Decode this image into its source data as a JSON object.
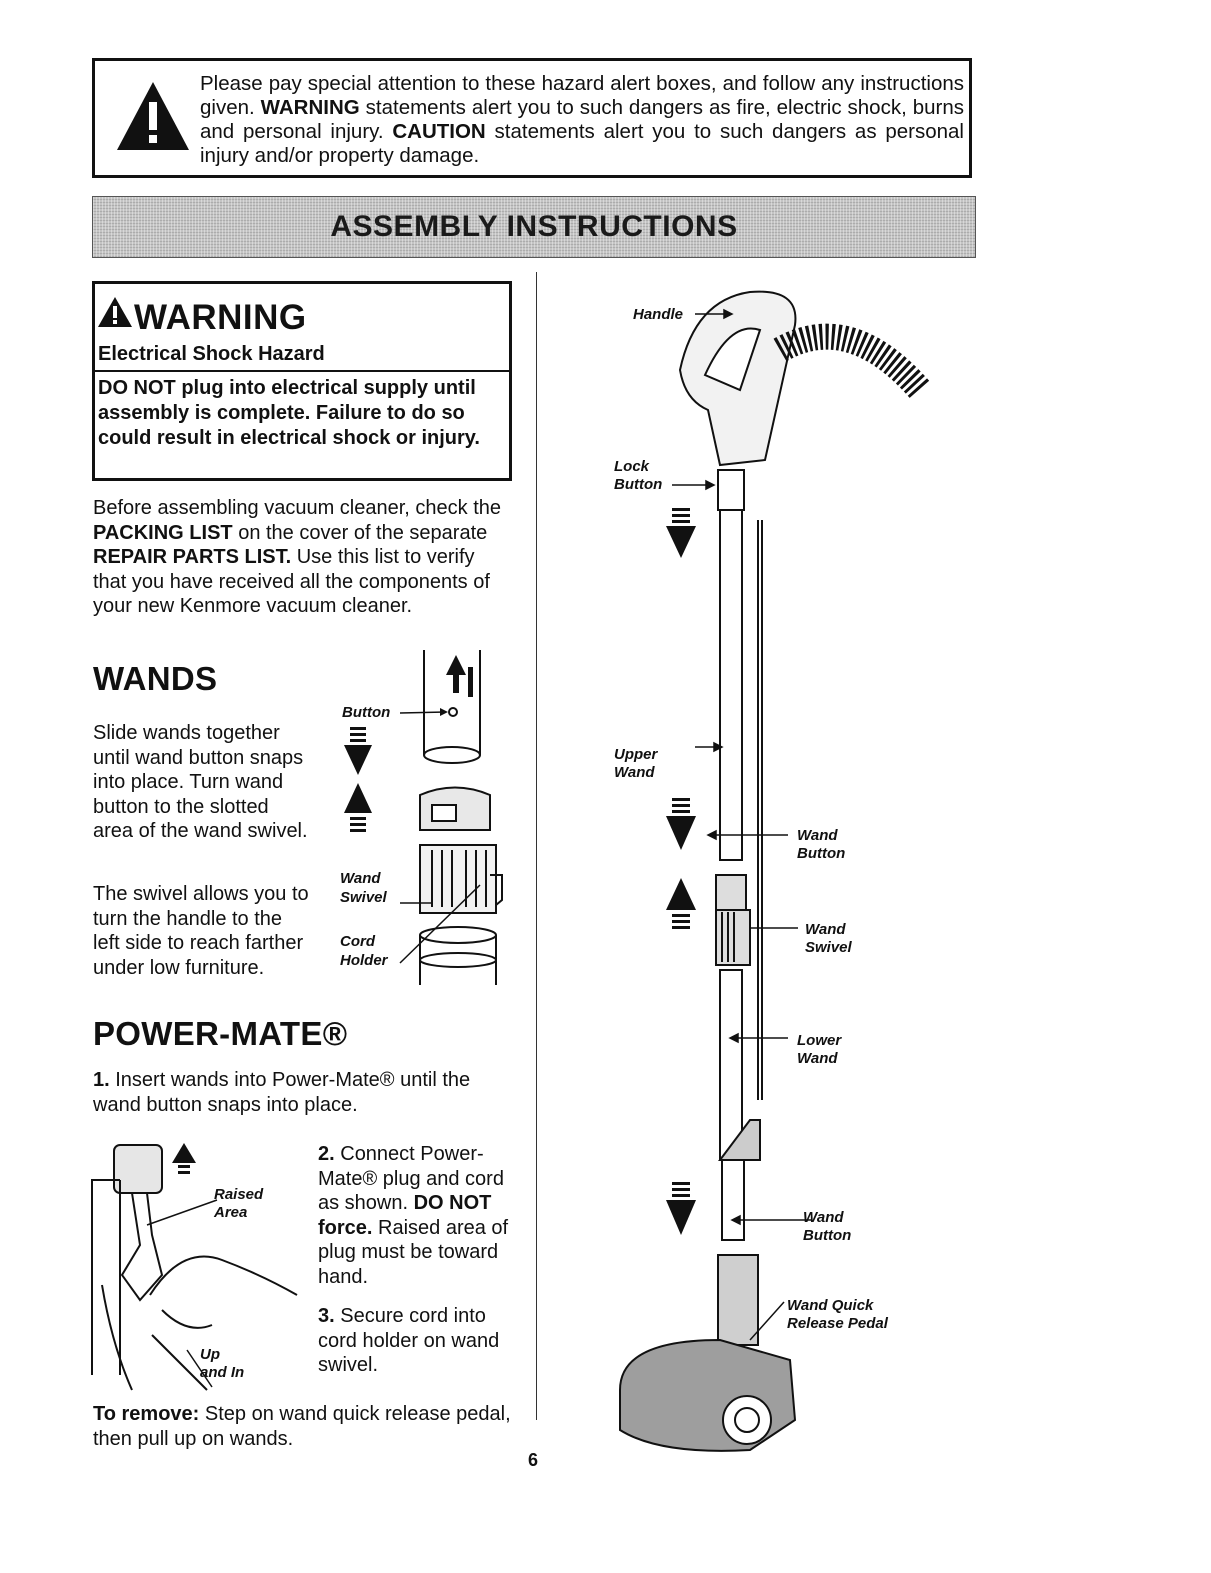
{
  "hazard_notice": {
    "icon": "warning-triangle-icon",
    "text_1": "Please pay special attention to these hazard alert boxes, and follow any instructions given. ",
    "warning_word": "WARNING",
    "text_2": " statements alert you to such dangers as fire, electric shock, burns and personal injury. ",
    "caution_word": "CAUTION",
    "text_3": " statements alert you to such dangers as personal injury and/or property damage."
  },
  "banner": {
    "title": "Assembly Instructions"
  },
  "warning_box": {
    "icon": "warning-triangle-icon",
    "title": "WARNING",
    "subtitle": "Electrical Shock Hazard",
    "text": "DO NOT plug into electrical supply until assembly is complete. Failure to do so could result in electrical shock or injury."
  },
  "intro": {
    "text_1": "Before assembling vacuum cleaner, check the ",
    "packing_list": "PACKING LIST",
    "text_2": " on the cover of the separate ",
    "repair_parts_list": "REPAIR PARTS LIST.",
    "text_3": " Use this list to verify that you have received all the components of your new Kenmore vacuum cleaner."
  },
  "wands": {
    "heading": "WANDS",
    "paragraph_1": "Slide wands together until wand button snaps into place. Turn wand button to the slotted area of the wand swivel.",
    "paragraph_2": "The swivel allows you to turn the handle to the left side to reach farther under low furniture.",
    "labels": {
      "button": "Button",
      "wand": "Wand",
      "swivel": "Swivel",
      "cord": "Cord",
      "holder": "Holder"
    }
  },
  "powermate": {
    "heading": "POWER-MATE®",
    "step1_num": "1.",
    "step1_text": " Insert wands into Power-Mate® until the wand button snaps into place.",
    "step2_num": "2.",
    "step2_text_1": " Connect Power-Mate® plug and cord as shown. ",
    "step2_bold": "DO NOT force.",
    "step2_text_2": " Raised area of plug must be toward hand.",
    "step3_num": "3.",
    "step3_text": " Secure cord into cord holder on wand swivel.",
    "remove_label": "To remove:",
    "remove_text": " Step on wand quick release pedal, then pull up on wands.",
    "labels": {
      "raised": "Raised",
      "area": "Area",
      "up": "Up",
      "and_in": "and In"
    }
  },
  "assembly_diagram": {
    "labels": {
      "handle": "Handle",
      "lock": "Lock",
      "lock_button": "Button",
      "upper": "Upper",
      "upper_wand": "Wand",
      "wand_button_1a": "Wand",
      "wand_button_1b": "Button",
      "wand_swivel_a": "Wand",
      "wand_swivel_b": "Swivel",
      "lower": "Lower",
      "lower_wand": "Wand",
      "wand_button_2a": "Wand",
      "wand_button_2b": "Button",
      "quick_release_a": "Wand Quick",
      "quick_release_b": "Release Pedal"
    }
  },
  "page_number": "6"
}
